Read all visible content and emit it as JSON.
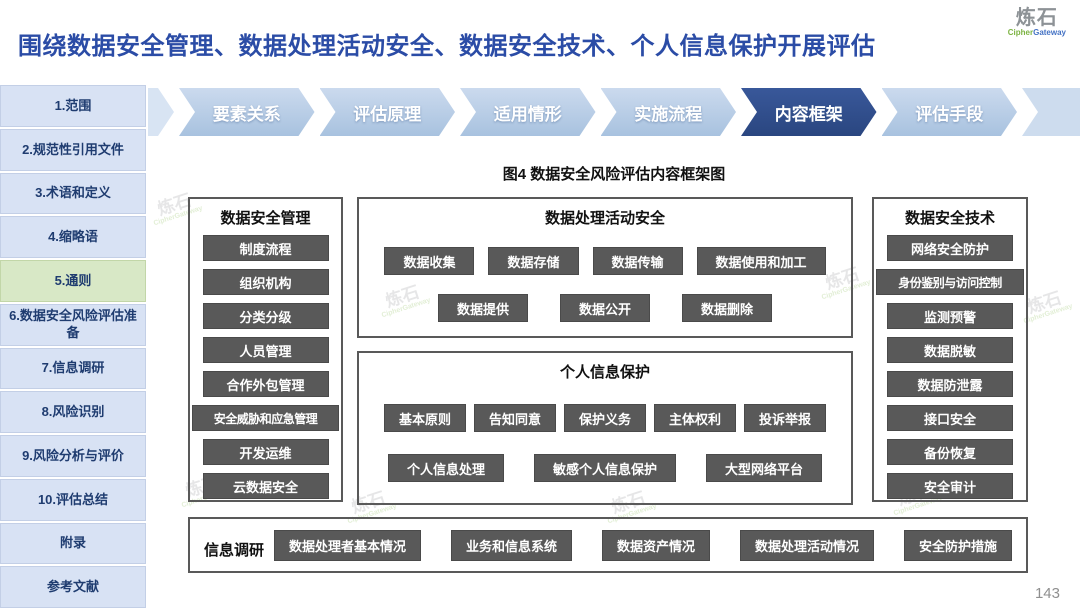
{
  "header": {
    "title": "围绕数据安全管理、数据处理活动安全、数据安全技术、个人信息保护开展评估",
    "logo": {
      "name": "炼石",
      "cipher": "Cipher",
      "gateway": "Gateway"
    }
  },
  "sidebar": {
    "items": [
      {
        "label": "1.范围"
      },
      {
        "label": "2.规范性引用文件"
      },
      {
        "label": "3.术语和定义"
      },
      {
        "label": "4.缩略语"
      },
      {
        "label": "5.通则",
        "active": true
      },
      {
        "label": "6.数据安全风险评估准备"
      },
      {
        "label": "7.信息调研"
      },
      {
        "label": "8.风险识别"
      },
      {
        "label": "9.风险分析与评价"
      },
      {
        "label": "10.评估总结"
      },
      {
        "label": "附录"
      },
      {
        "label": "参考文献"
      }
    ]
  },
  "tabs": {
    "items": [
      {
        "label": "要素关系"
      },
      {
        "label": "评估原理"
      },
      {
        "label": "适用情形"
      },
      {
        "label": "实施流程"
      },
      {
        "label": "内容框架",
        "active": true
      },
      {
        "label": "评估手段"
      }
    ]
  },
  "caption": "图4 数据安全风险评估内容框架图",
  "diagram": {
    "left": {
      "title": "数据安全管理",
      "items": [
        {
          "label": "制度流程"
        },
        {
          "label": "组织机构"
        },
        {
          "label": "分类分级"
        },
        {
          "label": "人员管理"
        },
        {
          "label": "合作外包管理"
        },
        {
          "label": "安全威胁和应急管理",
          "wide": true
        },
        {
          "label": "开发运维"
        },
        {
          "label": "云数据安全"
        }
      ]
    },
    "mid_top": {
      "title": "数据处理活动安全",
      "row1": [
        "数据收集",
        "数据存储",
        "数据传输",
        "数据使用和加工"
      ],
      "row2": [
        "数据提供",
        "数据公开",
        "数据删除"
      ]
    },
    "mid_bottom": {
      "title": "个人信息保护",
      "row1": [
        "基本原则",
        "告知同意",
        "保护义务",
        "主体权利",
        "投诉举报"
      ],
      "row2": [
        "个人信息处理",
        "敏感个人信息保护",
        "大型网络平台"
      ]
    },
    "right": {
      "title": "数据安全技术",
      "items": [
        {
          "label": "网络安全防护"
        },
        {
          "label": "身份鉴别与访问控制",
          "wide": true
        },
        {
          "label": "监测预警"
        },
        {
          "label": "数据脱敏"
        },
        {
          "label": "数据防泄露"
        },
        {
          "label": "接口安全"
        },
        {
          "label": "备份恢复"
        },
        {
          "label": "安全审计"
        }
      ]
    },
    "bottom": {
      "label": "信息调研",
      "items": [
        "数据处理者基本情况",
        "业务和信息系统",
        "数据资产情况",
        "数据处理活动情况",
        "安全防护措施"
      ]
    }
  },
  "watermark": {
    "line1": "炼石",
    "line2": "CipherGateway"
  },
  "page_number": "143",
  "colors": {
    "title_blue": "#2b4ca6",
    "tab_active": "#2e4c89",
    "tab_inactive": "#aac4e0",
    "sidebar_bg": "#d8e2f4",
    "sidebar_active_green": "#d8e8c6",
    "item_gray": "#595959",
    "logo_green": "#7cb342",
    "logo_blue": "#4472c4"
  }
}
